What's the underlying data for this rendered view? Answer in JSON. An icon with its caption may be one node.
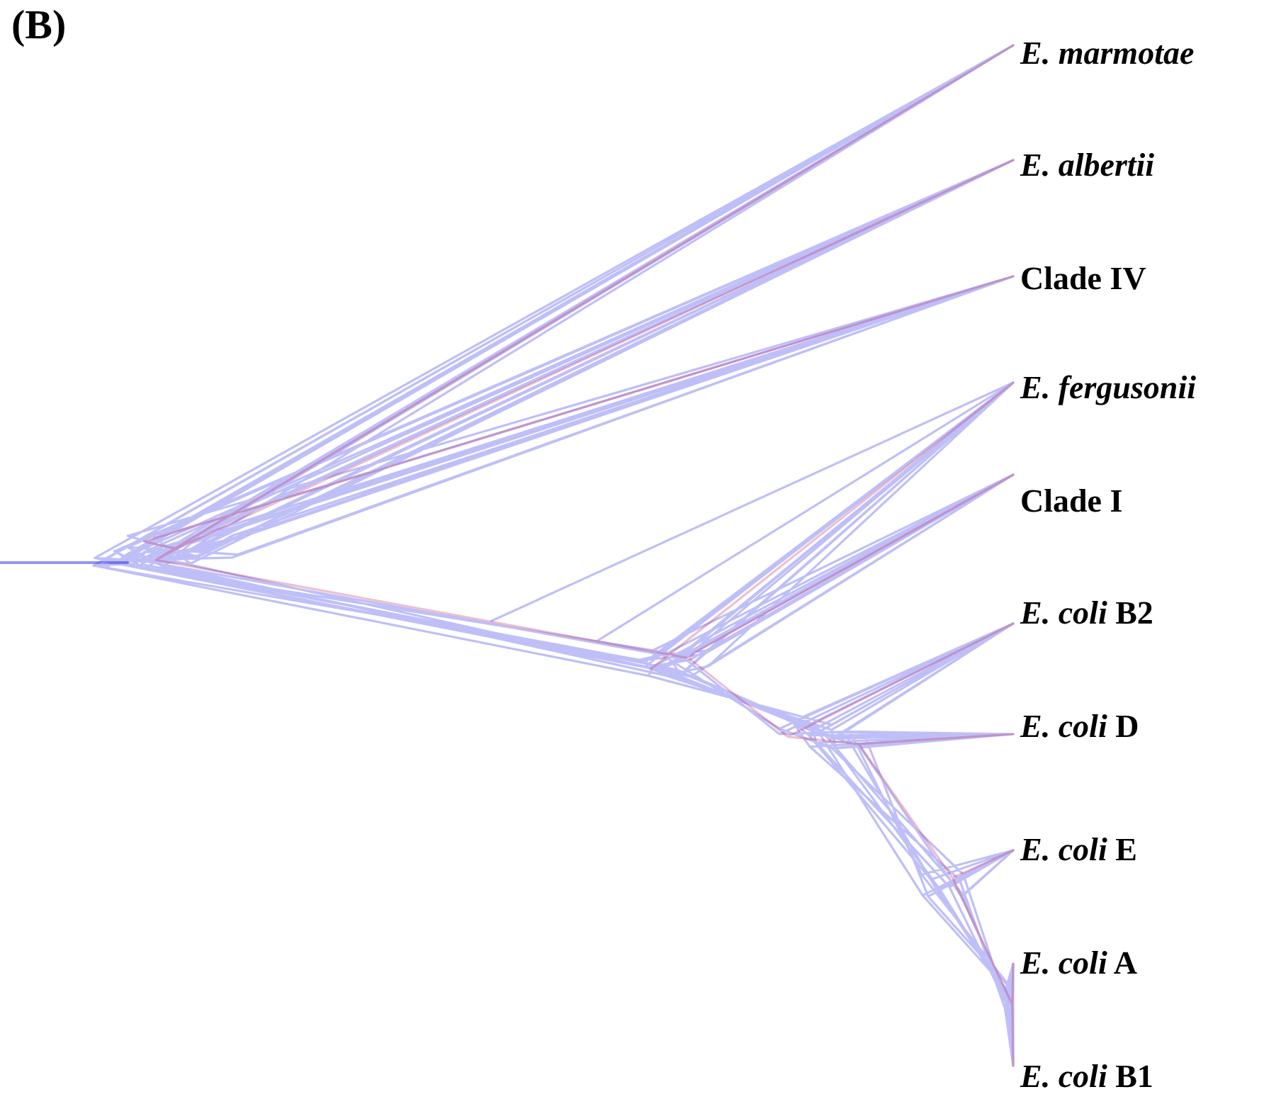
{
  "diagram": {
    "title": "(B)",
    "labels": [
      "*E. marmotae*",
      "*E. albertii*",
      "Clade IV",
      "*E. fergusonii*",
      "Clade I",
      "*E. coli* B2",
      "*E. coli* D",
      "*E. coli* E",
      "*E. coli* A",
      "*E. coli* B1"
    ]
  }
}
